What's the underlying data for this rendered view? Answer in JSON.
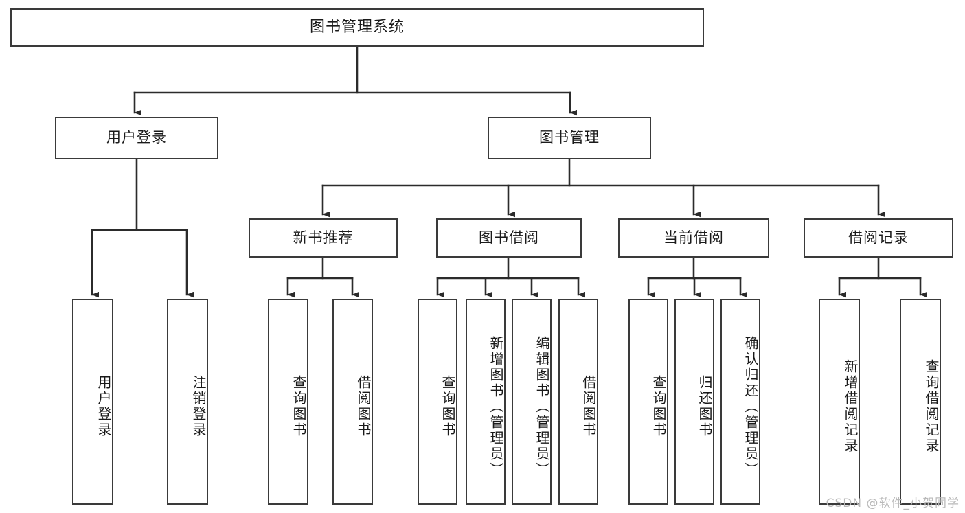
{
  "diagram": {
    "title": "图书管理系统",
    "type": "hierarchy-tree",
    "root": {
      "label": "图书管理系统"
    },
    "level2": [
      {
        "label": "用户登录"
      },
      {
        "label": "图书管理"
      }
    ],
    "level3": [
      {
        "label": "新书推荐"
      },
      {
        "label": "图书借阅"
      },
      {
        "label": "当前借阅"
      },
      {
        "label": "借阅记录"
      }
    ],
    "leaves": {
      "user_login": [
        {
          "label": "用户登录"
        },
        {
          "label": "注销登录"
        }
      ],
      "new_book_recommend": [
        {
          "label": "查询图书"
        },
        {
          "label": "借阅图书"
        }
      ],
      "book_borrow": [
        {
          "label": "查询图书"
        },
        {
          "label": "新增图书（管理员）"
        },
        {
          "label": "编辑图书（管理员）"
        },
        {
          "label": "借阅图书"
        }
      ],
      "current_borrow": [
        {
          "label": "查询图书"
        },
        {
          "label": "归还图书"
        },
        {
          "label": "确认归还（管理员）"
        }
      ],
      "borrow_record": [
        {
          "label": "新增借阅记录"
        },
        {
          "label": "查询借阅记录"
        }
      ]
    }
  },
  "watermark": {
    "text": "CSDN @软件_小贺同学"
  },
  "colors": {
    "border": "#3a3a3a",
    "fill": "#ffffff",
    "text": "#1a1a1a",
    "watermark": "#b9b9b9"
  }
}
